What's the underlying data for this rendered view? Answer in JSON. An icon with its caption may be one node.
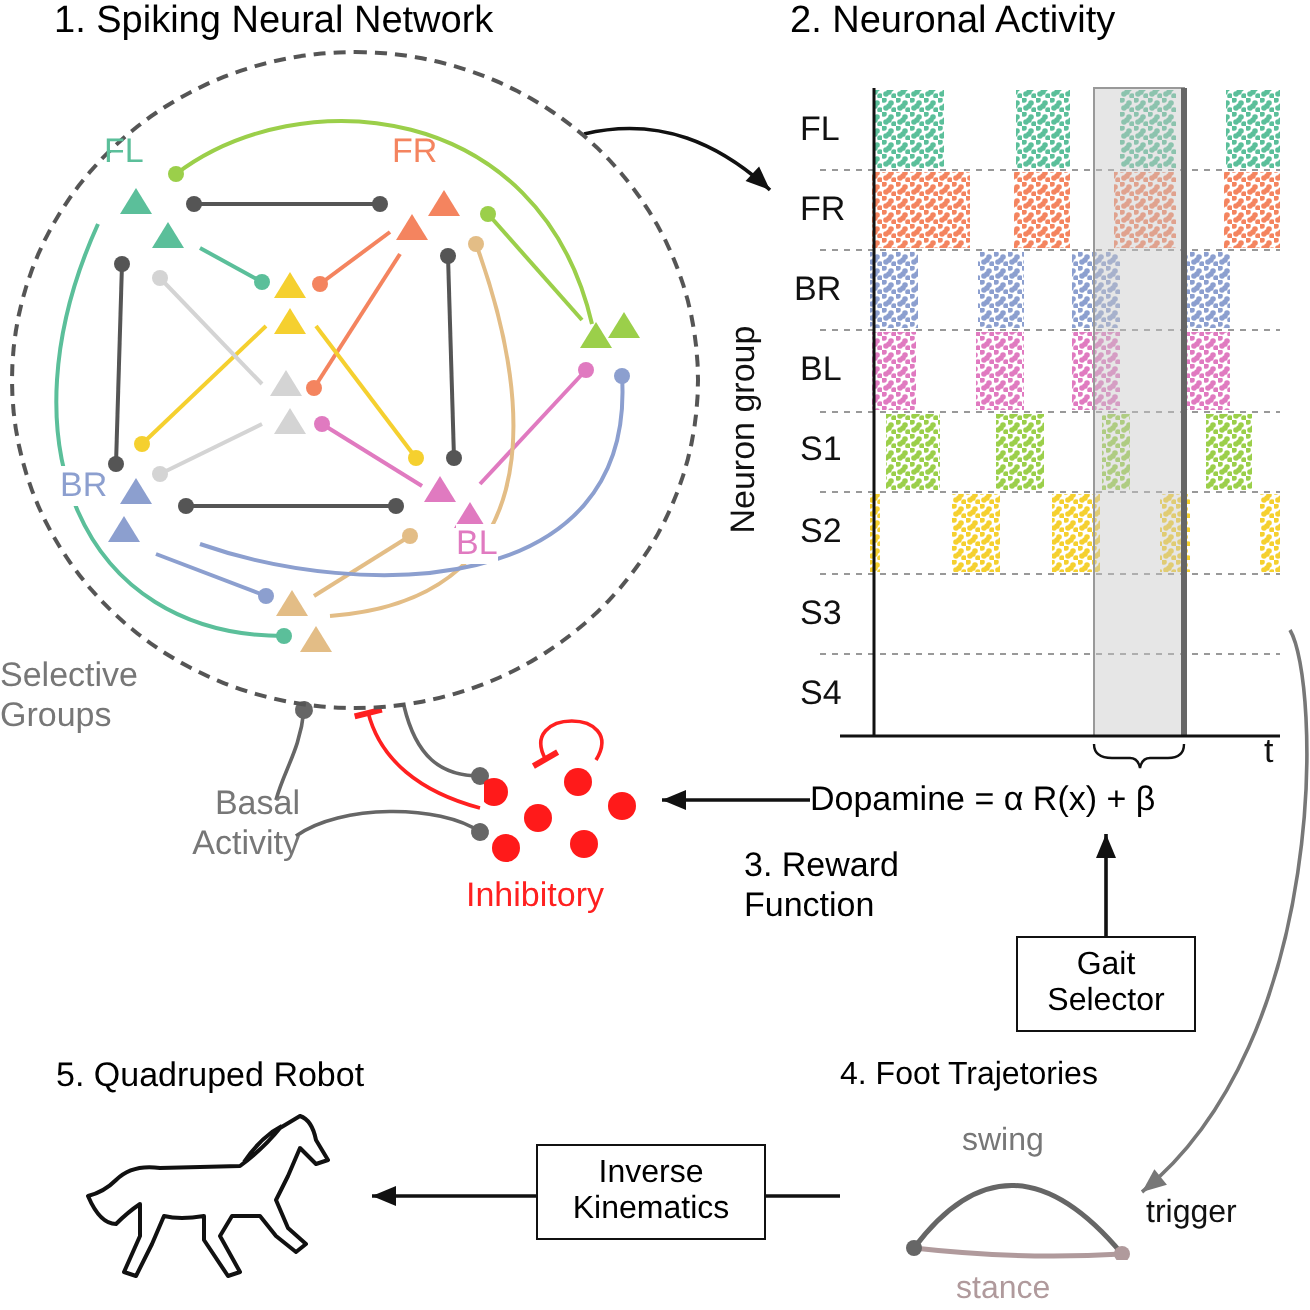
{
  "diagram": {
    "nodes": [
      {
        "text": [
          "1. Spiking Neural Network"
        ]
      },
      {
        "text": [
          "2. Neuronal Activity"
        ]
      },
      {
        "text": [
          "Dopamine = α R(x) + β"
        ],
        "beside": [
          "3. Reward Function"
        ]
      },
      {
        "text": [
          "Gait Selector"
        ]
      },
      {
        "text": [
          "Inhibitory"
        ]
      },
      {
        "text": [
          "Basal Activity"
        ]
      },
      {
        "text": [
          "4. Foot Trajetories"
        ]
      },
      {
        "text": [
          "Inverse Kinematics"
        ]
      },
      {
        "text": [
          "5. Quadruped Robot"
        ]
      }
    ],
    "edges": [
      {
        "from": 0,
        "to": 1,
        "arrow": "to"
      },
      {
        "from": 3,
        "to": 2,
        "arrow": "to"
      },
      {
        "from": 2,
        "to": 4,
        "arrow": "to"
      },
      {
        "from": 5,
        "to": 0,
        "arrow": "other",
        "color": "#666666"
      },
      {
        "from": 5,
        "to": 4,
        "arrow": "other",
        "color": "#666666"
      },
      {
        "from": 0,
        "to": 4,
        "arrow": "other",
        "color": "#666666"
      },
      {
        "from": 4,
        "to": 0,
        "arrow": "other",
        "color": "#ff2020"
      },
      {
        "from": 4,
        "to": 4,
        "arrow": "other",
        "color": "#ff2020"
      },
      {
        "from": 1,
        "to": 6,
        "arrow": "to",
        "color": "#777777"
      },
      {
        "from": 6,
        "to": 7,
        "arrow": "none"
      },
      {
        "from": 7,
        "to": 8,
        "arrow": "to"
      }
    ],
    "labels": [
      "FL",
      "FR",
      "BR",
      "BL",
      "Selective Groups",
      "Neuron group",
      "FL",
      "FR",
      "BR",
      "BL",
      "S1",
      "S2",
      "S3",
      "S4",
      "t",
      "swing",
      "stance",
      "trigger"
    ]
  }
}
